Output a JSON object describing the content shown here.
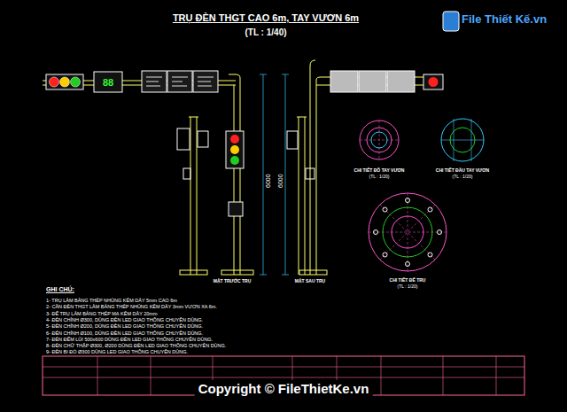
{
  "diagram": {
    "title": "TRỤ ĐÈN THGT CAO 6m, TAY VƯƠN 6m",
    "labels": [
      "(TL : 1/40)",
      "88",
      "6000",
      "6000",
      "MẶT TRƯỚC TRỤ",
      "MẶT SAU TRỤ",
      "CHI TIẾT ĐỐ TAY VƯƠN",
      "(TL : 1/20)",
      "CHI TIẾT ĐẦU TAY VƯƠN",
      "(TL : 1/20)",
      "CHI TIẾT ĐẾ TRỤ",
      "(TL : 1/20)",
      "GHI CHÚ:",
      "1- TRỤ LÀM BẰNG THÉP NHÚNG KẼM DÀY 5mm CAO 6m",
      "2- CẦN ĐÈN THGT LÀM BẰNG THÉP NHÚNG KẼM DÀY 3mm VƯƠN XA 6m.",
      "3- ĐẾ TRỤ LÀM BẰNG THÉP MẠ KẼM DÀY 20mm",
      "4- ĐÈN CHÍNH Ø300, DÙNG ĐÈN LED GIAO THÔNG CHUYÊN DÙNG.",
      "5- ĐÈN CHÍNH Ø200, DÙNG ĐÈN LED GIAO THÔNG CHUYÊN DÙNG.",
      "6- ĐÈN CHÍNH Ø100, DÙNG ĐÈN LED GIAO THÔNG CHUYÊN DÙNG.",
      "7- ĐÈN ĐẾM LÙI 500x600 DÙNG ĐÈN LED GIAO THÔNG CHUYÊN DÙNG.",
      "8- ĐÈN CHỮ THẬP Ø300, Ø200 DÙNG ĐÈN LED GIAO THÔNG CHUYÊN DÙNG.",
      "9- ĐÈN BI ĐỎ Ø300 DÙNG LED GIAO THÔNG CHUYÊN DÙNG.",
      "File Thiết Kế.vn",
      "Copyright © FileThietKe.vn"
    ]
  }
}
